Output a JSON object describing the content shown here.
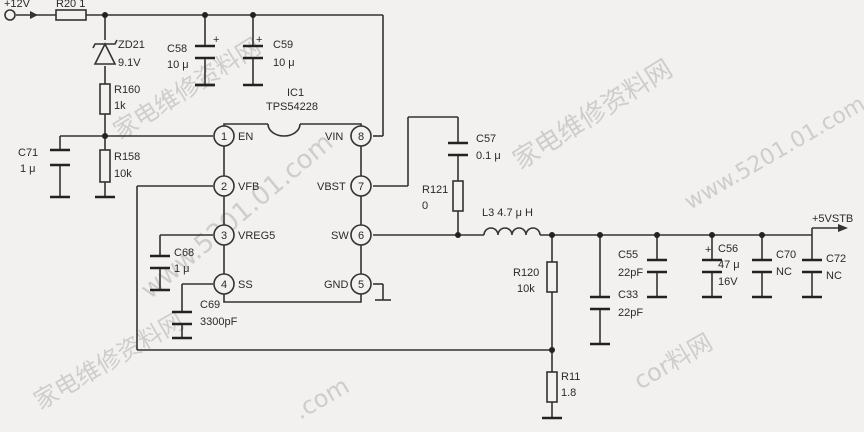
{
  "input": {
    "label": "+12V"
  },
  "output": {
    "label": "+5VSTB"
  },
  "ic": {
    "ref": "IC1",
    "part": "TPS54228"
  },
  "pins": [
    {
      "num": "1",
      "name": "EN"
    },
    {
      "num": "2",
      "name": "VFB"
    },
    {
      "num": "3",
      "name": "VREG5"
    },
    {
      "num": "4",
      "name": "SS"
    },
    {
      "num": "8",
      "name": "VIN"
    },
    {
      "num": "7",
      "name": "VBST"
    },
    {
      "num": "6",
      "name": "SW"
    },
    {
      "num": "5",
      "name": "GND"
    }
  ],
  "components": {
    "R201": {
      "ref": "R20 1"
    },
    "ZD21": {
      "ref": "ZD21",
      "value": "9.1V"
    },
    "R160": {
      "ref": "R160",
      "value": "1k"
    },
    "C58": {
      "ref": "C58",
      "value": "10 μ"
    },
    "C59": {
      "ref": "C59",
      "value": "10 μ"
    },
    "C71": {
      "ref": "C71",
      "value": "1 μ"
    },
    "R158": {
      "ref": "R158",
      "value": "10k"
    },
    "C68": {
      "ref": "C68",
      "value": "1 μ"
    },
    "C69": {
      "ref": "C69",
      "value": "3300pF"
    },
    "C57": {
      "ref": "C57",
      "value": "0.1 μ"
    },
    "R121": {
      "ref": "R121",
      "value": "0"
    },
    "L3": {
      "label": "L3 4.7 μ H"
    },
    "R120": {
      "ref": "R120",
      "value": "10k"
    },
    "R117": {
      "ref": "R11",
      "value": "1.8"
    },
    "C55": {
      "ref": "C55",
      "value": "22pF"
    },
    "C33": {
      "ref": "C33",
      "value": "22pF"
    },
    "C56": {
      "ref": "C56",
      "value": "47 μ",
      "value2": "16V"
    },
    "C70": {
      "ref": "C70",
      "value": "NC"
    },
    "C72": {
      "ref": "C72",
      "value": "NC"
    }
  },
  "watermarks": {
    "cn": "家电维修资料网",
    "url": "www.5201.01.com",
    "url2": ".com",
    "cor": "cor料网"
  }
}
